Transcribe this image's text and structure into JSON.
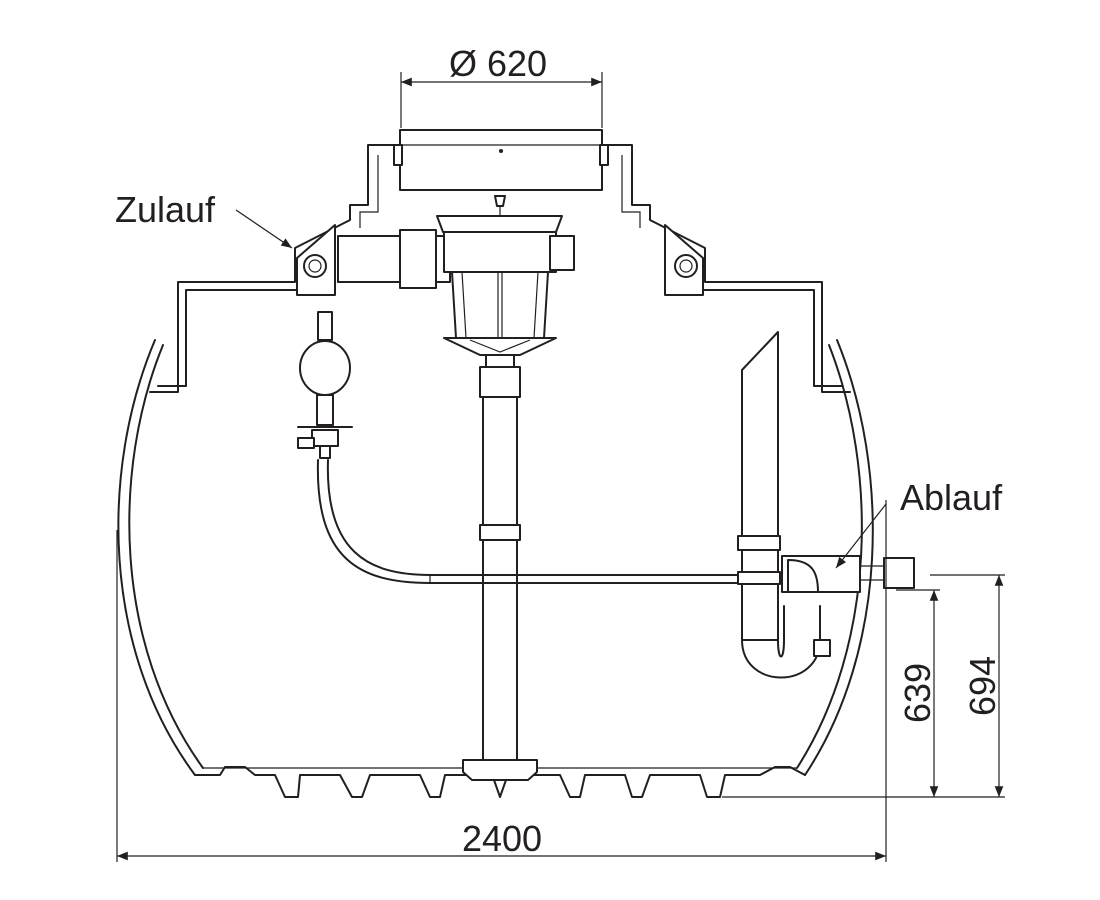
{
  "labels": {
    "inlet": "Zulauf",
    "outlet": "Ablauf"
  },
  "dimensions": {
    "opening_diameter": "Ø 620",
    "overall_width": "2400",
    "outlet_height": "639",
    "inlet_pipe_height": "694"
  },
  "colors": {
    "line": "#231f20",
    "background": "#ffffff"
  }
}
